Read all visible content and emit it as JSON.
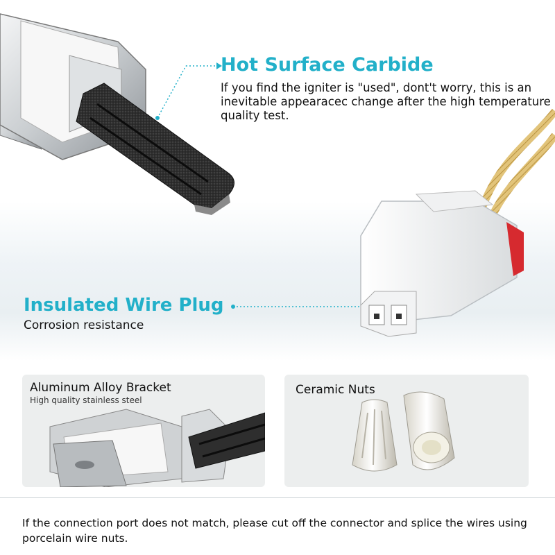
{
  "carbide": {
    "title": "Hot Surface Carbide",
    "desc": "If you find the igniter is \"used\", dont't worry, this is an inevitable appearacec change after the high temperature quality test."
  },
  "plug": {
    "title": "Insulated Wire Plug",
    "desc": "Corrosion resistance"
  },
  "bracket": {
    "title": "Aluminum Alloy Bracket",
    "subtitle": "High quality stainless steel"
  },
  "nuts": {
    "title": "Ceramic Nuts"
  },
  "footer": "If the connection port does not match, please cut off the connector and splice the wires using porcelain wire nuts.",
  "colors": {
    "accent": "#22b0c9",
    "panel": "#eceeee",
    "wire": "#e2c47a",
    "carbide": "#2f2f2f"
  }
}
